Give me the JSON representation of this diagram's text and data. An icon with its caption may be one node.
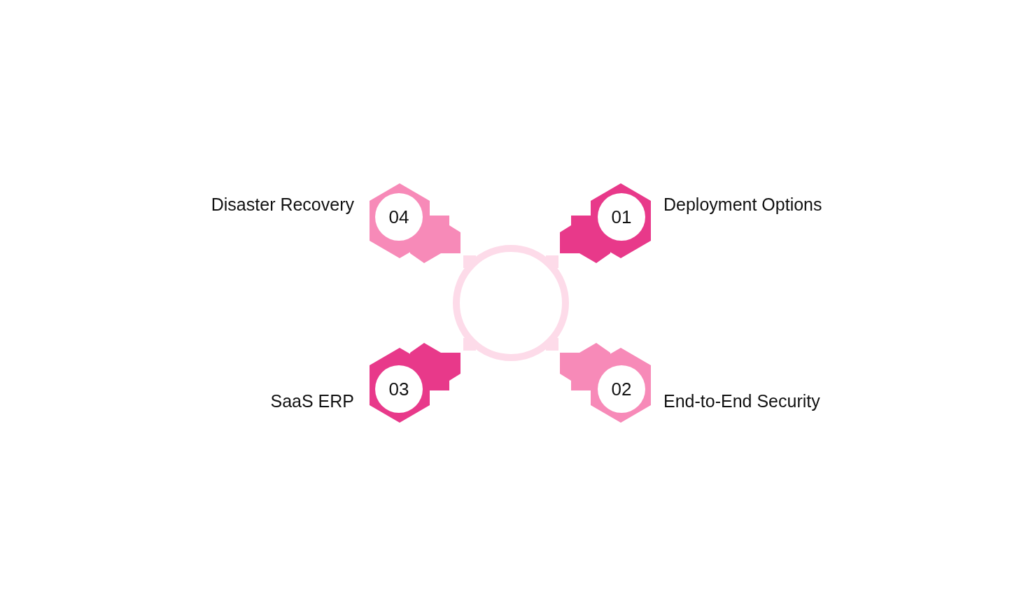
{
  "diagram": {
    "nodes": [
      {
        "text": [
          "04"
        ],
        "beside": [
          "Disaster Recovery"
        ]
      },
      {
        "text": [
          "01"
        ],
        "beside": [
          "Deployment Options"
        ]
      },
      {
        "text": [],
        "shape": "circle"
      },
      {
        "text": [
          "03"
        ],
        "beside": [
          "SaaS ERP"
        ]
      },
      {
        "text": [
          "02"
        ],
        "beside": [
          "End-to-End Security"
        ]
      }
    ]
  }
}
